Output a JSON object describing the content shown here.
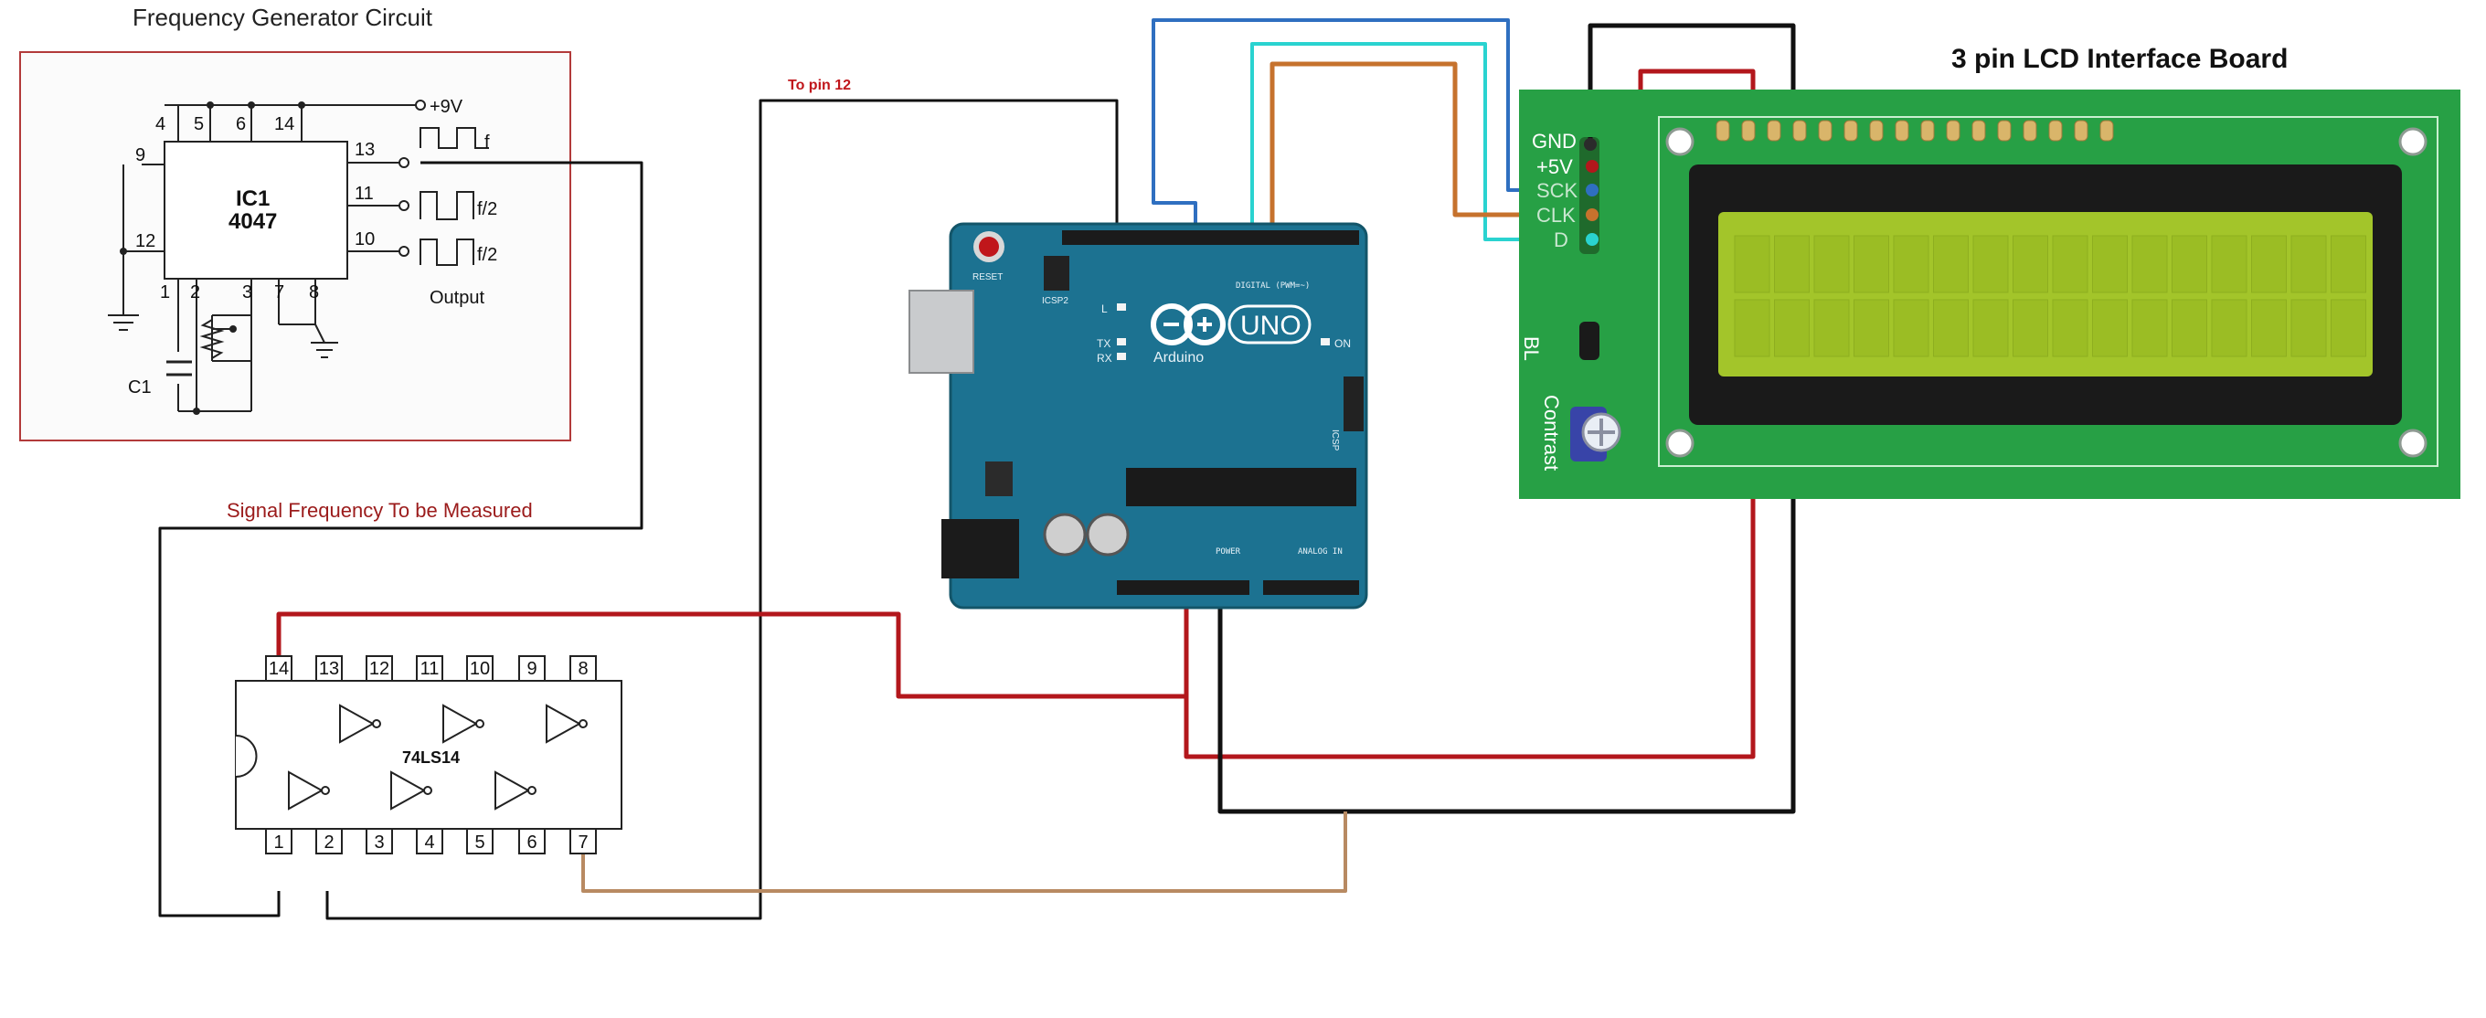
{
  "freq_generator": {
    "title": "Frequency Generator Circuit",
    "ic_name": "IC1",
    "ic_part": "4047",
    "supply": "+9V",
    "out_f": "f",
    "out_f2a": "f/2",
    "out_f2b": "f/2",
    "output_label": "Output",
    "cap_label": "C1",
    "pins": [
      "4",
      "5",
      "6",
      "14",
      "9",
      "13",
      "11",
      "12",
      "10",
      "1",
      "2",
      "3",
      "7",
      "8"
    ]
  },
  "signal_label": "Signal Frequency To be Measured",
  "to_pin_label": "To pin 12",
  "schmitt_ic": {
    "name": "74LS14",
    "top_pins": [
      "14",
      "13",
      "12",
      "11",
      "10",
      "9",
      "8"
    ],
    "bottom_pins": [
      "1",
      "2",
      "3",
      "4",
      "5",
      "6",
      "7"
    ]
  },
  "arduino": {
    "logo_text": "UNO",
    "brand": "Arduino",
    "reset": "RESET",
    "icsp2": "ICSP2",
    "icsp": "ICSP",
    "digital": "DIGITAL (PWM=~)",
    "power": "POWER",
    "analog": "ANALOG IN",
    "led_l": "L",
    "led_tx": "TX",
    "led_rx": "RX",
    "led_on": "ON"
  },
  "lcd": {
    "title": "3 pin LCD Interface Board",
    "pin_gnd": "GND",
    "pin_5v": "+5V",
    "pin_sck": "SCK",
    "pin_clk": "CLK",
    "pin_d": "D",
    "bl": "BL",
    "contrast": "Contrast"
  },
  "colors": {
    "wire_red": "#b3171c",
    "wire_black": "#111111",
    "wire_blue": "#2f6fc0",
    "wire_cyan": "#2ad3d0",
    "wire_orange": "#c6722d",
    "wire_tan": "#b88a62",
    "board_green": "#27a045",
    "arduino_blue": "#1c7291",
    "lcd_screen": "#a3c52a"
  }
}
